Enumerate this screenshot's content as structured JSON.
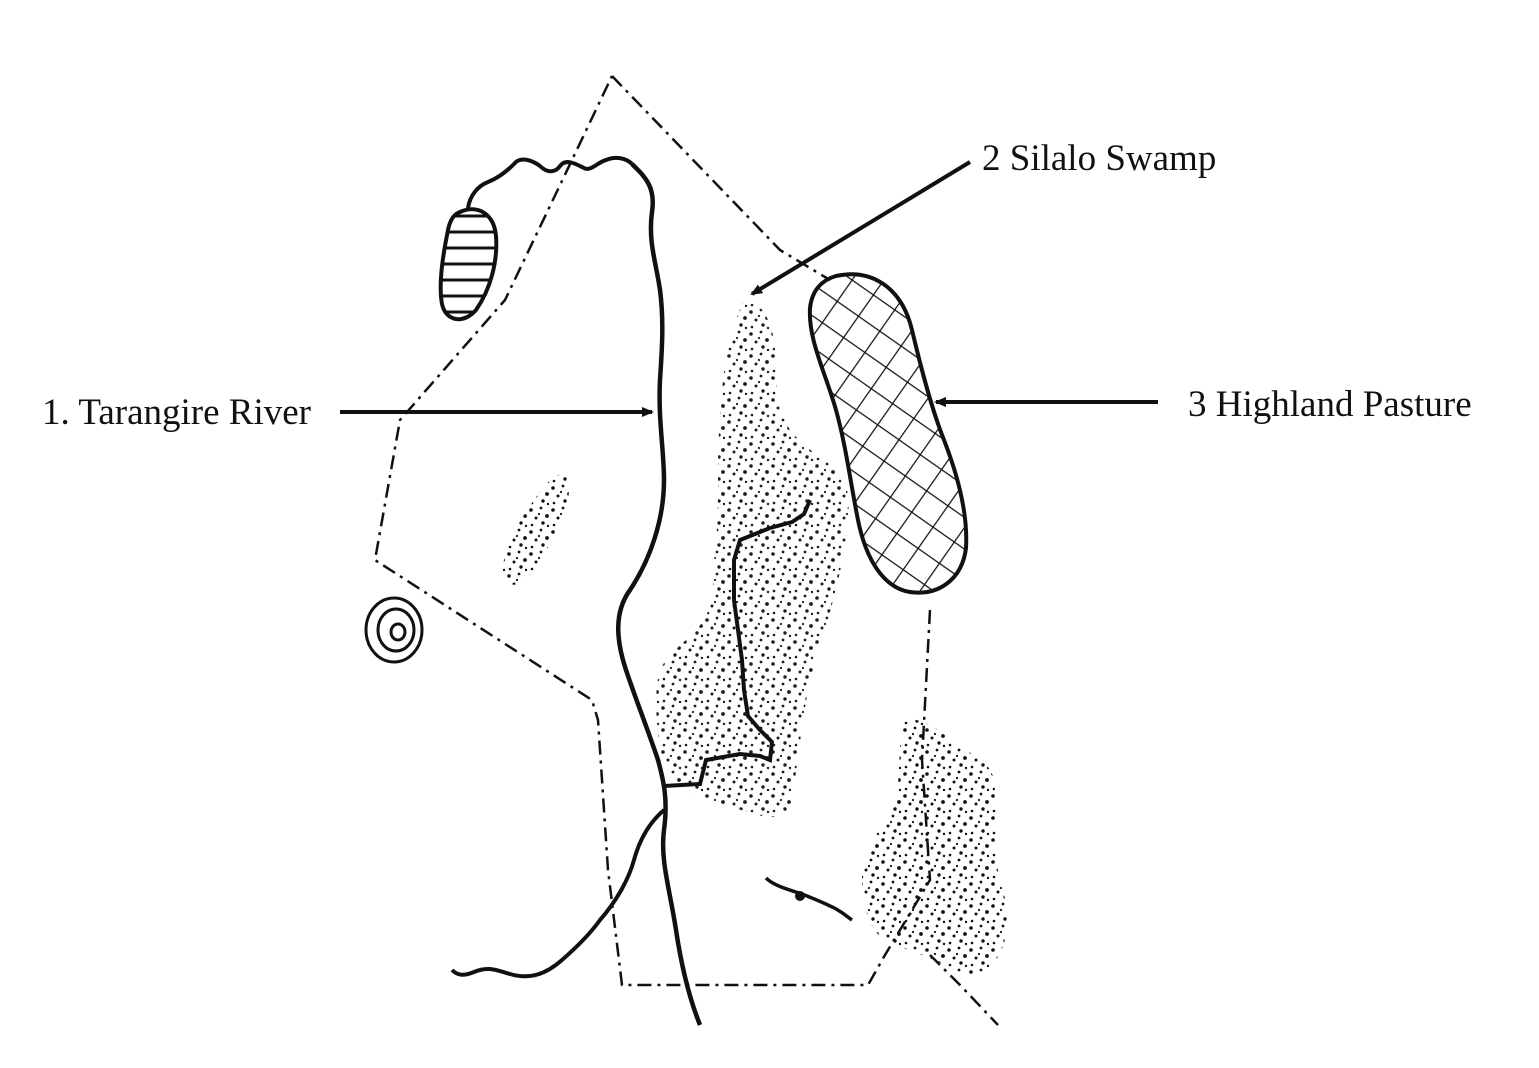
{
  "labels": {
    "river": "1. Tarangire River",
    "swamp": "2 Silalo Swamp",
    "pasture": "3 Highland Pasture"
  },
  "colors": {
    "ink": "#111111",
    "background": "#ffffff"
  },
  "legend_features": [
    {
      "key": "river",
      "icon": "river-line-icon"
    },
    {
      "key": "swamp",
      "icon": "stipple-pattern-icon"
    },
    {
      "key": "pasture",
      "icon": "crosshatch-pattern-icon"
    }
  ]
}
